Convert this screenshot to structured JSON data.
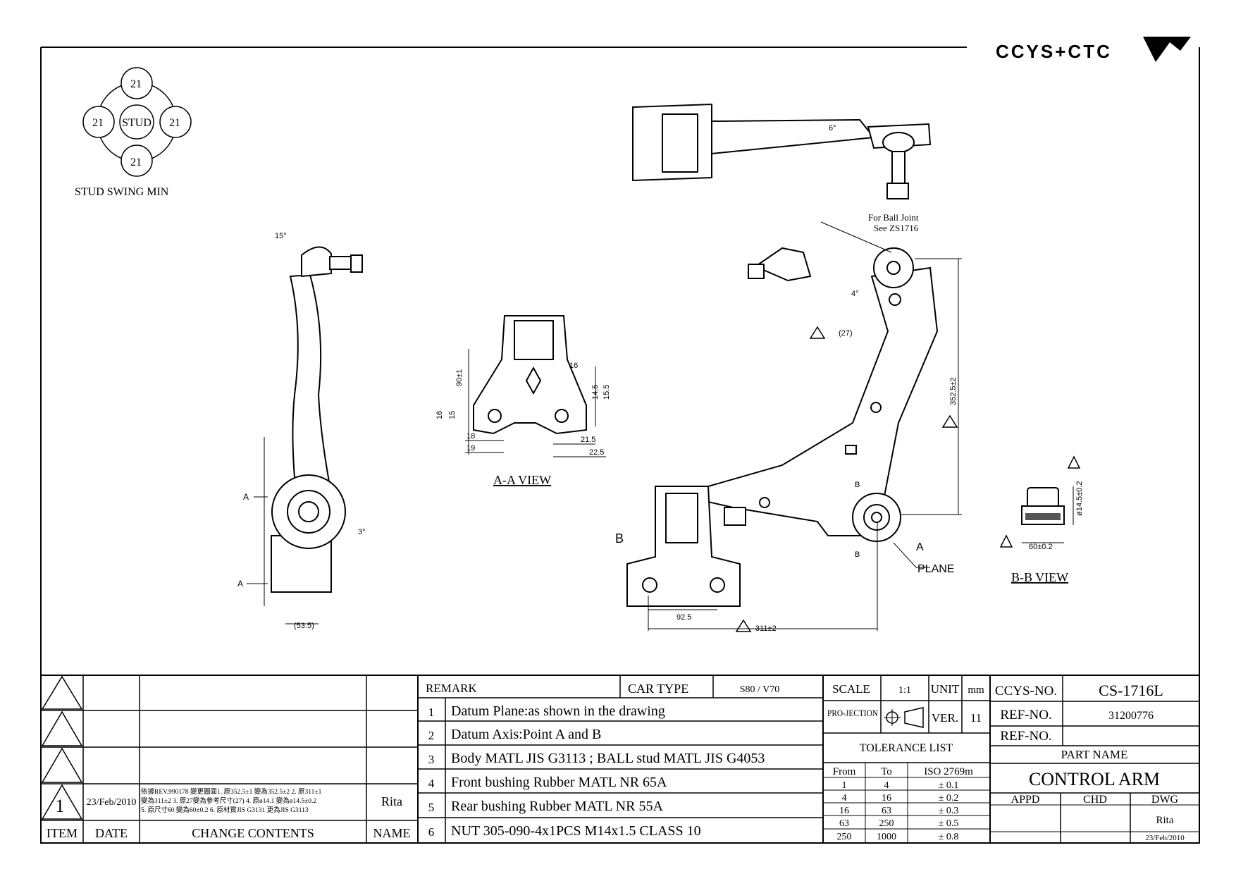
{
  "brand": {
    "name": "CCYS+CTC"
  },
  "swing": {
    "label": "STUD SWING MIN",
    "center": "STUD",
    "angles": [
      "21",
      "21",
      "21",
      "21"
    ],
    "deg": "°"
  },
  "views": {
    "aa_title": "A-A VIEW",
    "bb_title": "B-B VIEW",
    "ball_note": [
      "For Ball Joint",
      "See ZS1716"
    ],
    "plane": "PLANE",
    "dims": {
      "aa_90": "90±1",
      "aa_16_top": "16",
      "aa_14_5": "14.5",
      "aa_15_5": "15.5",
      "aa_16_left": "16",
      "aa_15_left": "15",
      "aa_18": "18",
      "aa_19": "19",
      "aa_21_5": "21.5",
      "aa_22_5": "22.5",
      "side_15deg": "15°",
      "side_3deg": "3°",
      "side_53_5": "(53.5)",
      "top_6deg": "6°",
      "plan_4deg": "4°",
      "plan_27": "(27)",
      "plan_352": "352.5±2",
      "plan_92_5": "92.5",
      "plan_311": "311±2",
      "bb_14_5": "ø14.5±0.2",
      "bb_60": "60±0.2"
    },
    "labels": {
      "a": "A",
      "b": "B"
    }
  },
  "revision": {
    "rows": [
      {
        "item": "",
        "date": "",
        "content": "",
        "name": ""
      },
      {
        "item": "",
        "date": "",
        "content": "",
        "name": ""
      },
      {
        "item": "",
        "date": "",
        "content": "",
        "name": ""
      },
      {
        "item": "1",
        "date": "23/Feb/2010",
        "content_lines": [
          "依據REV.990178 變更圖面1. 原352.5±1 變為352.5±2 2. 原311±1",
          "變為311±2 3. 原27變為參考尺寸(27) 4. 原ø14.1 變為ø14.5±0.2",
          "5. 原尺寸60 變為60±0.2 6. 原材質JIS G3131 更為JIS G3113"
        ],
        "name": "Rita"
      }
    ],
    "headers": {
      "item": "ITEM",
      "date": "DATE",
      "content": "CHANGE CONTENTS",
      "name": "NAME"
    }
  },
  "remarks": {
    "title": "REMARK",
    "car_type_label": "CAR TYPE",
    "car_type": "S80 / V70",
    "items": [
      {
        "n": "1",
        "text": "Datum Plane:as shown in the drawing"
      },
      {
        "n": "2",
        "text": "Datum Axis:Point A and B"
      },
      {
        "n": "3",
        "text": "Body MATL JIS G3113 ; BALL stud MATL JIS G4053"
      },
      {
        "n": "4",
        "text": "Front bushing Rubber MATL NR 65A"
      },
      {
        "n": "5",
        "text": "Rear bushing Rubber MATL NR 55A"
      },
      {
        "n": "6",
        "text": "NUT 305-090-4x1PCS M14x1.5 CLASS 10"
      }
    ]
  },
  "spec": {
    "scale_label": "SCALE",
    "scale": "1:1",
    "unit_label": "UNIT",
    "unit": "mm",
    "projection_label": "PRO-JECTION",
    "ver_label": "VER.",
    "ver": "11",
    "tolerance_title": "TOLERANCE LIST",
    "tol_headers": {
      "from": "From",
      "to": "To",
      "iso": "ISO 2769m"
    },
    "tolerances": [
      {
        "from": "1",
        "to": "4",
        "tol": "± 0.1"
      },
      {
        "from": "4",
        "to": "16",
        "tol": "± 0.2"
      },
      {
        "from": "16",
        "to": "63",
        "tol": "± 0.3"
      },
      {
        "from": "63",
        "to": "250",
        "tol": "± 0.5"
      },
      {
        "from": "250",
        "to": "1000",
        "tol": "± 0.8"
      }
    ]
  },
  "title_block": {
    "ccys_label": "CCYS-NO.",
    "ccys_no": "CS-1716L",
    "ref_label": "REF-NO.",
    "ref_no": "31200776",
    "ref_no2": "",
    "part_name_label": "PART NAME",
    "part_name": "CONTROL ARM",
    "appd": "APPD",
    "chd": "CHD",
    "dwg": "DWG",
    "dwg_name": "Rita",
    "dwg_date": "23/Feb/2010"
  }
}
